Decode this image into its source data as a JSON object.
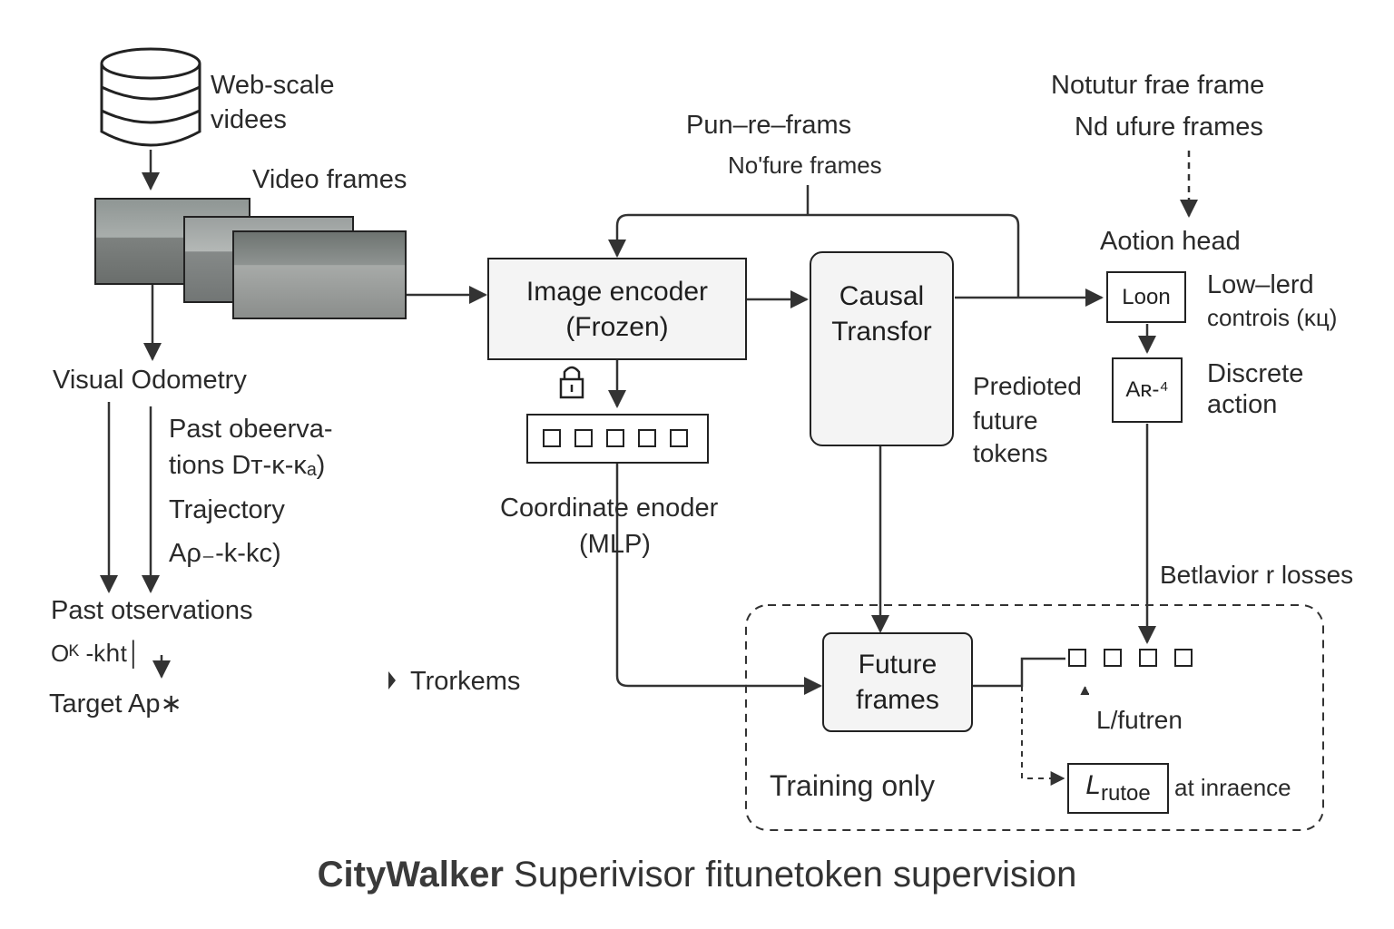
{
  "labels": {
    "web_scale_videos": [
      "Web-scale",
      "videes"
    ],
    "video_frames": "Video frames",
    "visual_odometry": "Visual Odometry",
    "past_obs_1": [
      "Past obeerva-",
      "tions Dᴛ-ᴋ-ᴋₐ)"
    ],
    "trajectory": [
      "Trajectory",
      "Aρ₋-k-kс)"
    ],
    "past_obs_2": [
      "Past otservations",
      "Oᴷ -kհt│"
    ],
    "target": "Target Ap∗",
    "tokens_legend": "Trorkems",
    "pun_re_frams": "Pun–re–frams",
    "no_fure_frames": "Noʹfure  frames",
    "notutur": "Notutur frae frame",
    "nd_ufure": "Nd ufure frames",
    "action_head": "Aotion head",
    "low_lerd": [
      "Low–lerd",
      "controis (ĸц)"
    ],
    "discrete": [
      "Discrete",
      "action"
    ],
    "predicted": [
      "Predioted",
      "future",
      "tokens"
    ],
    "coordinate": [
      "Coordinate enoder",
      "(MLP)"
    ],
    "behavior": "Betlavior r  losses",
    "l_futren": "L/futren",
    "at_inference": "at inraence",
    "training_only": "Training only"
  },
  "boxes": {
    "image_encoder": [
      "Image encoder",
      "(Frozen)"
    ],
    "causal": [
      "Causal",
      "Transfor"
    ],
    "future_frames": [
      "Future",
      "frames"
    ],
    "loon": "Loon",
    "a_t": "Aʀ-⁴",
    "l_rutoe_main": "L",
    "l_rutoe_sub": "rutoe"
  },
  "caption": {
    "bold": "CityWalker",
    "rest": "Superivisor fitunetoken supervision"
  },
  "icons": [
    "database-icon",
    "lock-icon",
    "network-icon"
  ]
}
